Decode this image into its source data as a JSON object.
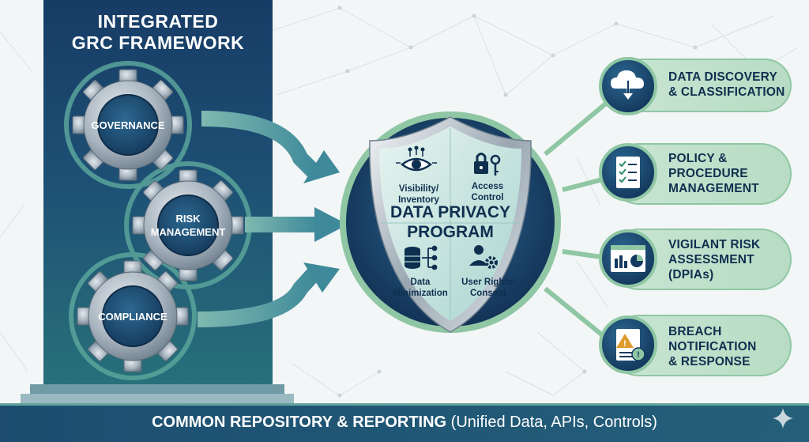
{
  "framework": {
    "title_line1": "INTEGRATED",
    "title_line2": "GRC FRAMEWORK",
    "gears": [
      {
        "label": "GOVERNANCE"
      },
      {
        "label_line1": "RISK",
        "label_line2": "MANAGEMENT"
      },
      {
        "label": "COMPLIANCE"
      }
    ]
  },
  "program": {
    "title_line1": "DATA PRIVACY",
    "title_line2": "PROGRAM",
    "quadrants": [
      {
        "line1": "Visibility/",
        "line2": "Inventory",
        "icon": "eye-circuit-icon"
      },
      {
        "line1": "Access",
        "line2": "Control",
        "icon": "padlock-key-icon"
      },
      {
        "line1": "Data",
        "line2": "Minimization",
        "icon": "database-branch-icon"
      },
      {
        "line1": "User Rights/",
        "line2": "Consent",
        "icon": "user-gear-icon"
      }
    ]
  },
  "outcomes": [
    {
      "line1": "DATA DISCOVERY",
      "line2": "& CLASSIFICATION",
      "icon": "cloud-download-icon"
    },
    {
      "line1": "POLICY &",
      "line2": "PROCEDURE",
      "line3": "MANAGEMENT",
      "icon": "checklist-document-icon"
    },
    {
      "line1": "VIGILANT RISK",
      "line2": "ASSESSMENT",
      "line3": "(DPIAs)",
      "icon": "dashboard-charts-icon"
    },
    {
      "line1": "BREACH",
      "line2": "NOTIFICATION",
      "line3": "& RESPONSE",
      "icon": "warning-document-icon"
    }
  ],
  "footer": {
    "bold_text": "COMMON REPOSITORY & REPORTING",
    "light_text": " (Unified Data, APIs, Controls)"
  },
  "colors": {
    "navy": "#14395e",
    "teal": "#28707a",
    "mint": "#b7dcc3",
    "steel": "#8a98a4"
  }
}
